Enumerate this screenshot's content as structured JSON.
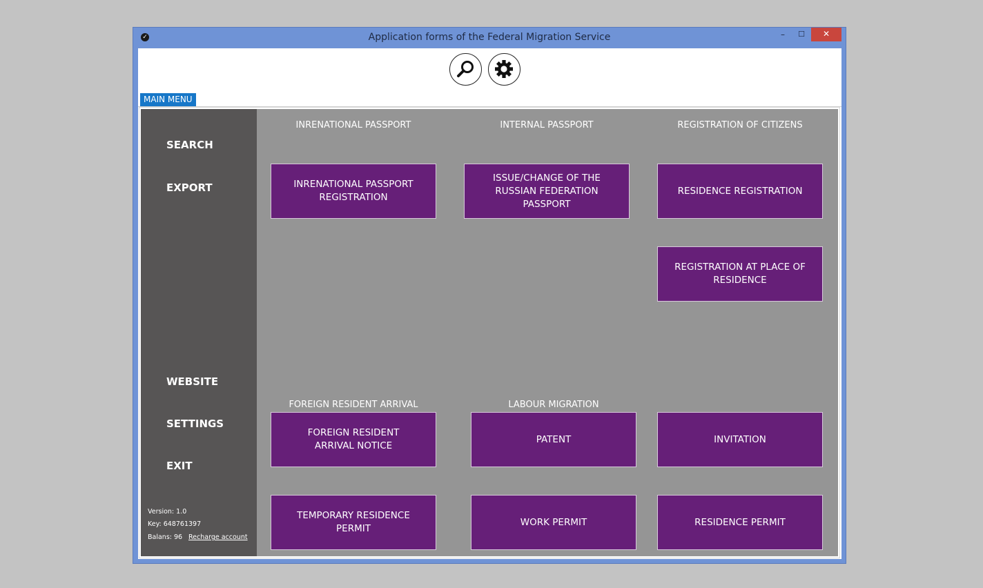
{
  "window": {
    "title": "Application forms of the Federal Migration Service",
    "minimize_glyph": "–",
    "maximize_glyph": "☐",
    "close_glyph": "✕"
  },
  "toolbar": {
    "search_icon": "search-icon",
    "settings_icon": "gear-icon"
  },
  "tabs": {
    "main_menu": "MAIN MENU"
  },
  "sidebar": {
    "search": "SEARCH",
    "export": "EXPORT",
    "website": "WEBSITE",
    "settings": "SETTINGS",
    "exit": "EXIT",
    "version": "Version: 1.0",
    "key": "Key: 648761397",
    "balance": "Balans:  96",
    "recharge": "Recharge account"
  },
  "sections": {
    "international_passport": "INRENATIONAL PASSPORT",
    "internal_passport": "INTERNAL PASSPORT",
    "registration_of_citizens": "REGISTRATION OF CITIZENS",
    "foreign_resident_arrival": "FOREIGN RESIDENT ARRIVAL",
    "labour_migration": "LABOUR MIGRATION"
  },
  "tiles": {
    "international_passport_registration": "INRENATIONAL PASSPORT REGISTRATION",
    "issue_change_passport": "ISSUE/CHANGE OF THE RUSSIAN FEDERATION PASSPORT",
    "residence_registration": "RESIDENCE REGISTRATION",
    "registration_place_of_residence": "REGISTRATION AT PLACE OF RESIDENCE",
    "foreign_resident_arrival_notice": "FOREIGN RESIDENT ARRIVAL NOTICE",
    "patent": "PATENT",
    "invitation": "INVITATION",
    "temporary_residence_permit": "TEMPORARY RESIDENCE PERMIT",
    "work_permit": "WORK PERMIT",
    "residence_permit": "RESIDENCE PERMIT"
  },
  "colors": {
    "tile_purple": "#661f78",
    "sidebar_dark": "#575555",
    "content_gray": "#959595",
    "window_frame_blue": "#6f93d6",
    "tab_blue": "#1777c8",
    "close_red": "#c9463d"
  }
}
